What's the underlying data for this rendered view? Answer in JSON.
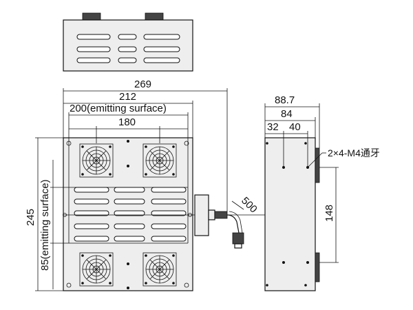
{
  "dimensions": {
    "overall_width": "269",
    "housing_width": "212",
    "emitting_width": "200(emitting surface)",
    "fan_spacing": "180",
    "height": "245",
    "emitting_height": "85(emitting surface)",
    "cable_length": "500",
    "depth_total": "88.7",
    "depth_body": "84",
    "hole_offset_1": "32",
    "hole_offset_2": "40",
    "mount_spacing": "148",
    "thread_note": "2×4-M4通牙"
  },
  "colors": {
    "line": "#111111",
    "panel_fill": "#eeeeee",
    "background": "#ffffff"
  }
}
